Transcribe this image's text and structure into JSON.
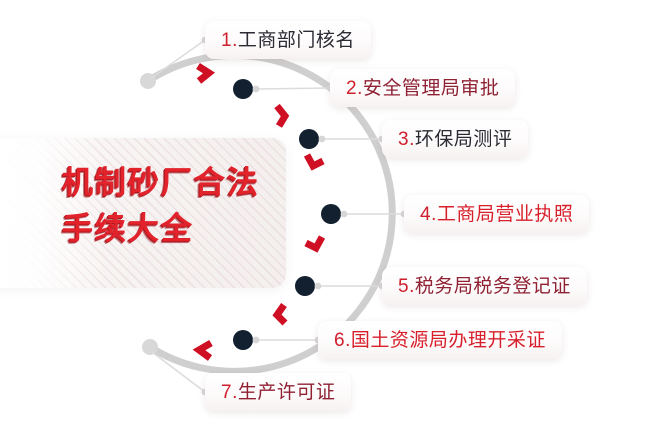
{
  "title": {
    "line1": "机制砂厂合法",
    "line2": "手续大全"
  },
  "colors": {
    "brand_red": "#e3232c",
    "arrow_red": "#cf1024",
    "node_navy": "#12202f",
    "arc_gray": "#cfcfcf",
    "panel_bg": "#f7f4f3"
  },
  "steps": [
    {
      "number": "1.",
      "label": "工商部门核名",
      "tone": "tone-dark"
    },
    {
      "number": "2.",
      "label": "安全管理局审批",
      "tone": "tone-maroon"
    },
    {
      "number": "3.",
      "label": "环保局测评",
      "tone": "tone-dark"
    },
    {
      "number": "4.",
      "label": "工商局营业执照",
      "tone": "tone-red"
    },
    {
      "number": "5.",
      "label": "税务局税务登记证",
      "tone": "tone-maroon"
    },
    {
      "number": "6.",
      "label": "国土资源局办理开采证",
      "tone": "tone-red"
    },
    {
      "number": "7.",
      "label": "生产许可证",
      "tone": "tone-maroon"
    }
  ]
}
